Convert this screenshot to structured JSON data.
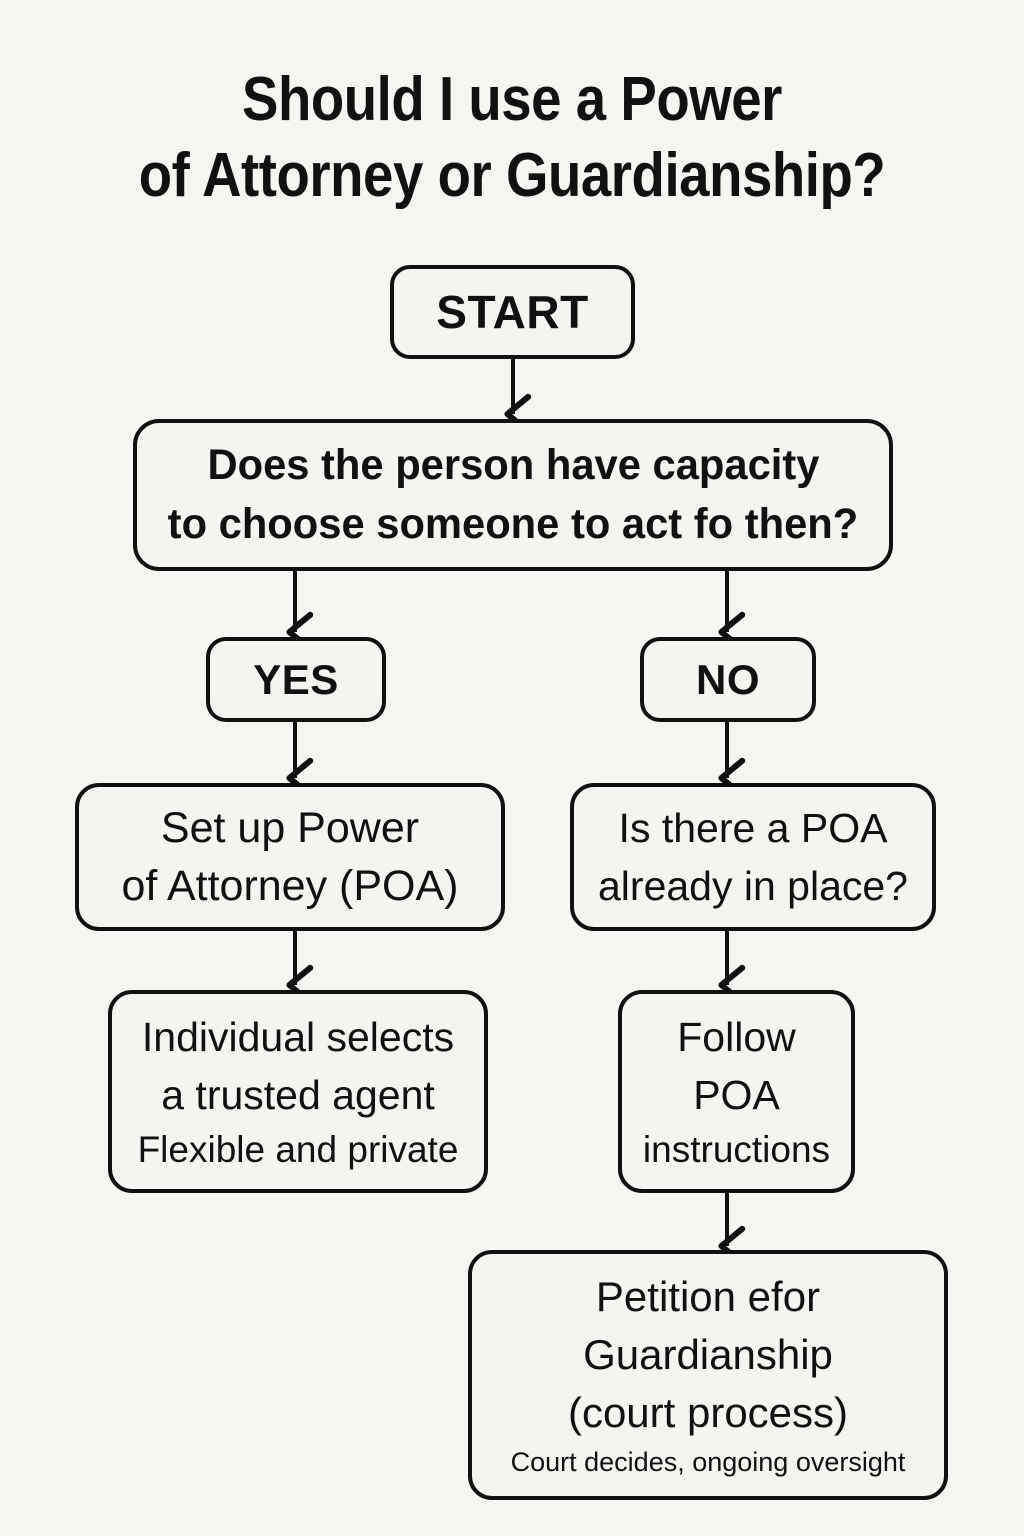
{
  "page": {
    "background_color": "#f7f5f2",
    "ink_color": "#111111",
    "title": "Should I use a Power\nof Attorney or Guardianship?"
  },
  "flowchart": {
    "type": "decision-tree",
    "nodes": {
      "start": {
        "label": "START"
      },
      "capacity_question": {
        "line1": "Does the person have capacity",
        "line2": "to choose someone to act fo then?"
      },
      "yes": {
        "label": "YES"
      },
      "no": {
        "label": "NO"
      },
      "setup_poa": {
        "line1": "Set up Power",
        "line2": "of Attorney (POA)"
      },
      "existing_poa_question": {
        "line1": "Is there a POA",
        "line2": "already in place?"
      },
      "individual_selects": {
        "line1": "Individual selects",
        "line2": "a trusted agent",
        "line3": "Flexible and private"
      },
      "follow_poa": {
        "line1": "Follow",
        "line2": "POA",
        "line3": "instructions"
      },
      "petition_guardianship": {
        "line1": "Petition efor",
        "line2": "Guardianship",
        "line3": "(court process)",
        "line4": "Court decides, ongoing oversight"
      }
    },
    "edges": [
      {
        "from": "start",
        "to": "capacity_question"
      },
      {
        "from": "capacity_question",
        "to": "yes"
      },
      {
        "from": "capacity_question",
        "to": "no"
      },
      {
        "from": "yes",
        "to": "setup_poa"
      },
      {
        "from": "no",
        "to": "existing_poa_question"
      },
      {
        "from": "setup_poa",
        "to": "individual_selects"
      },
      {
        "from": "existing_poa_question",
        "to": "follow_poa"
      },
      {
        "from": "follow_poa",
        "to": "petition_guardianship"
      }
    ]
  }
}
